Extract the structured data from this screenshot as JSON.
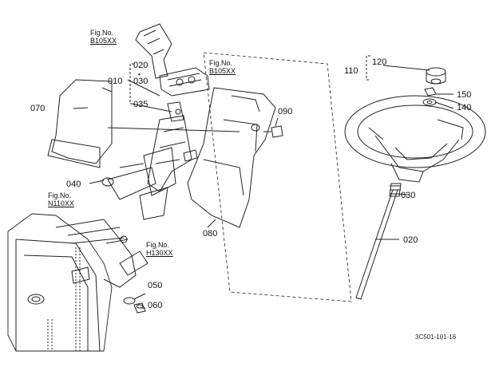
{
  "labels": {
    "p010": "010",
    "p020a": "020",
    "p030a": "030",
    "p035": "035",
    "p040": "040",
    "p050": "050",
    "p060": "060",
    "p070": "070",
    "p080": "080",
    "p090": "090",
    "p110": "110",
    "p120": "120",
    "p150": "150",
    "p140": "140",
    "p030b": "030",
    "p020b": "020"
  },
  "figrefs": {
    "fig_label": "Fig.No.",
    "top": "B105XX",
    "mid": "B105XX",
    "left": "N110XX",
    "bottom": "H130XX"
  },
  "drawing_code": "3C501-101-16"
}
